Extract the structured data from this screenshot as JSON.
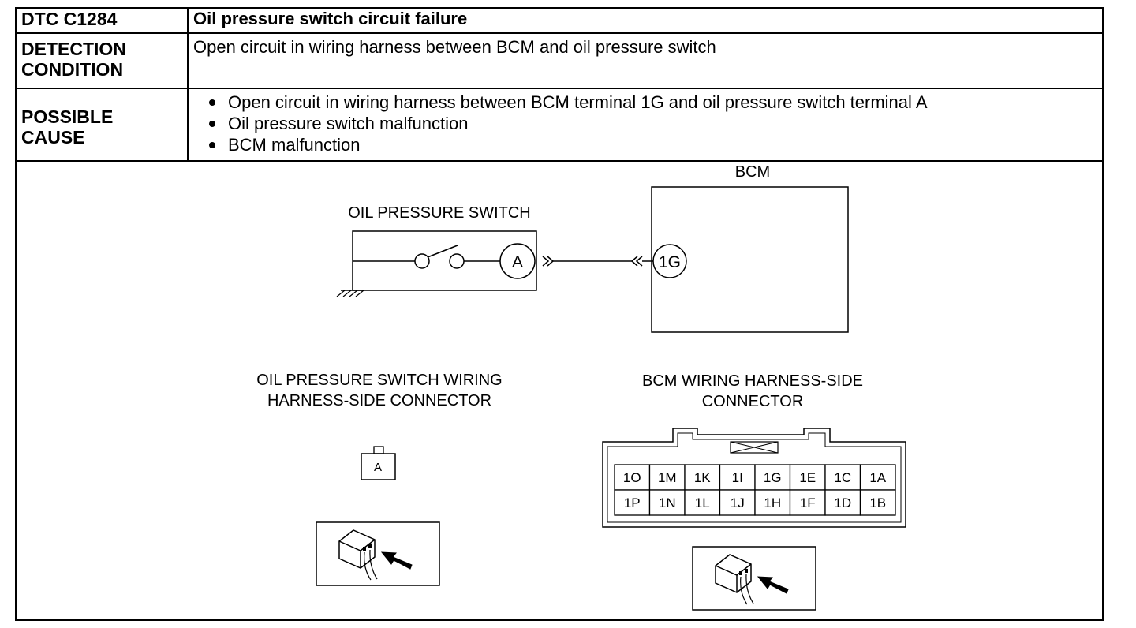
{
  "header": {
    "dtc_code": "DTC C1284",
    "dtc_title": "Oil pressure switch circuit failure"
  },
  "detection": {
    "label_line1": "DETECTION",
    "label_line2": "CONDITION",
    "text": "Open circuit in wiring harness between BCM and oil pressure switch"
  },
  "cause": {
    "label_line1": "POSSIBLE",
    "label_line2": "CAUSE",
    "items": [
      "Open circuit in wiring harness between BCM terminal 1G and oil pressure switch terminal A",
      "Oil pressure switch malfunction",
      "BCM malfunction"
    ]
  },
  "wiring_diagram": {
    "bcm_label": "BCM",
    "switch_label": "OIL PRESSURE SWITCH",
    "switch_terminal": "A",
    "bcm_terminal": "1G"
  },
  "connectors": {
    "switch_connector_title_line1": "OIL PRESSURE SWITCH WIRING",
    "switch_connector_title_line2": "HARNESS-SIDE CONNECTOR",
    "switch_connector_pin": "A",
    "bcm_connector_title_line1": "BCM WIRING HARNESS-SIDE",
    "bcm_connector_title_line2": "CONNECTOR",
    "bcm_pins_top": [
      "1O",
      "1M",
      "1K",
      "1I",
      "1G",
      "1E",
      "1C",
      "1A"
    ],
    "bcm_pins_bottom": [
      "1P",
      "1N",
      "1L",
      "1J",
      "1H",
      "1F",
      "1D",
      "1B"
    ]
  }
}
